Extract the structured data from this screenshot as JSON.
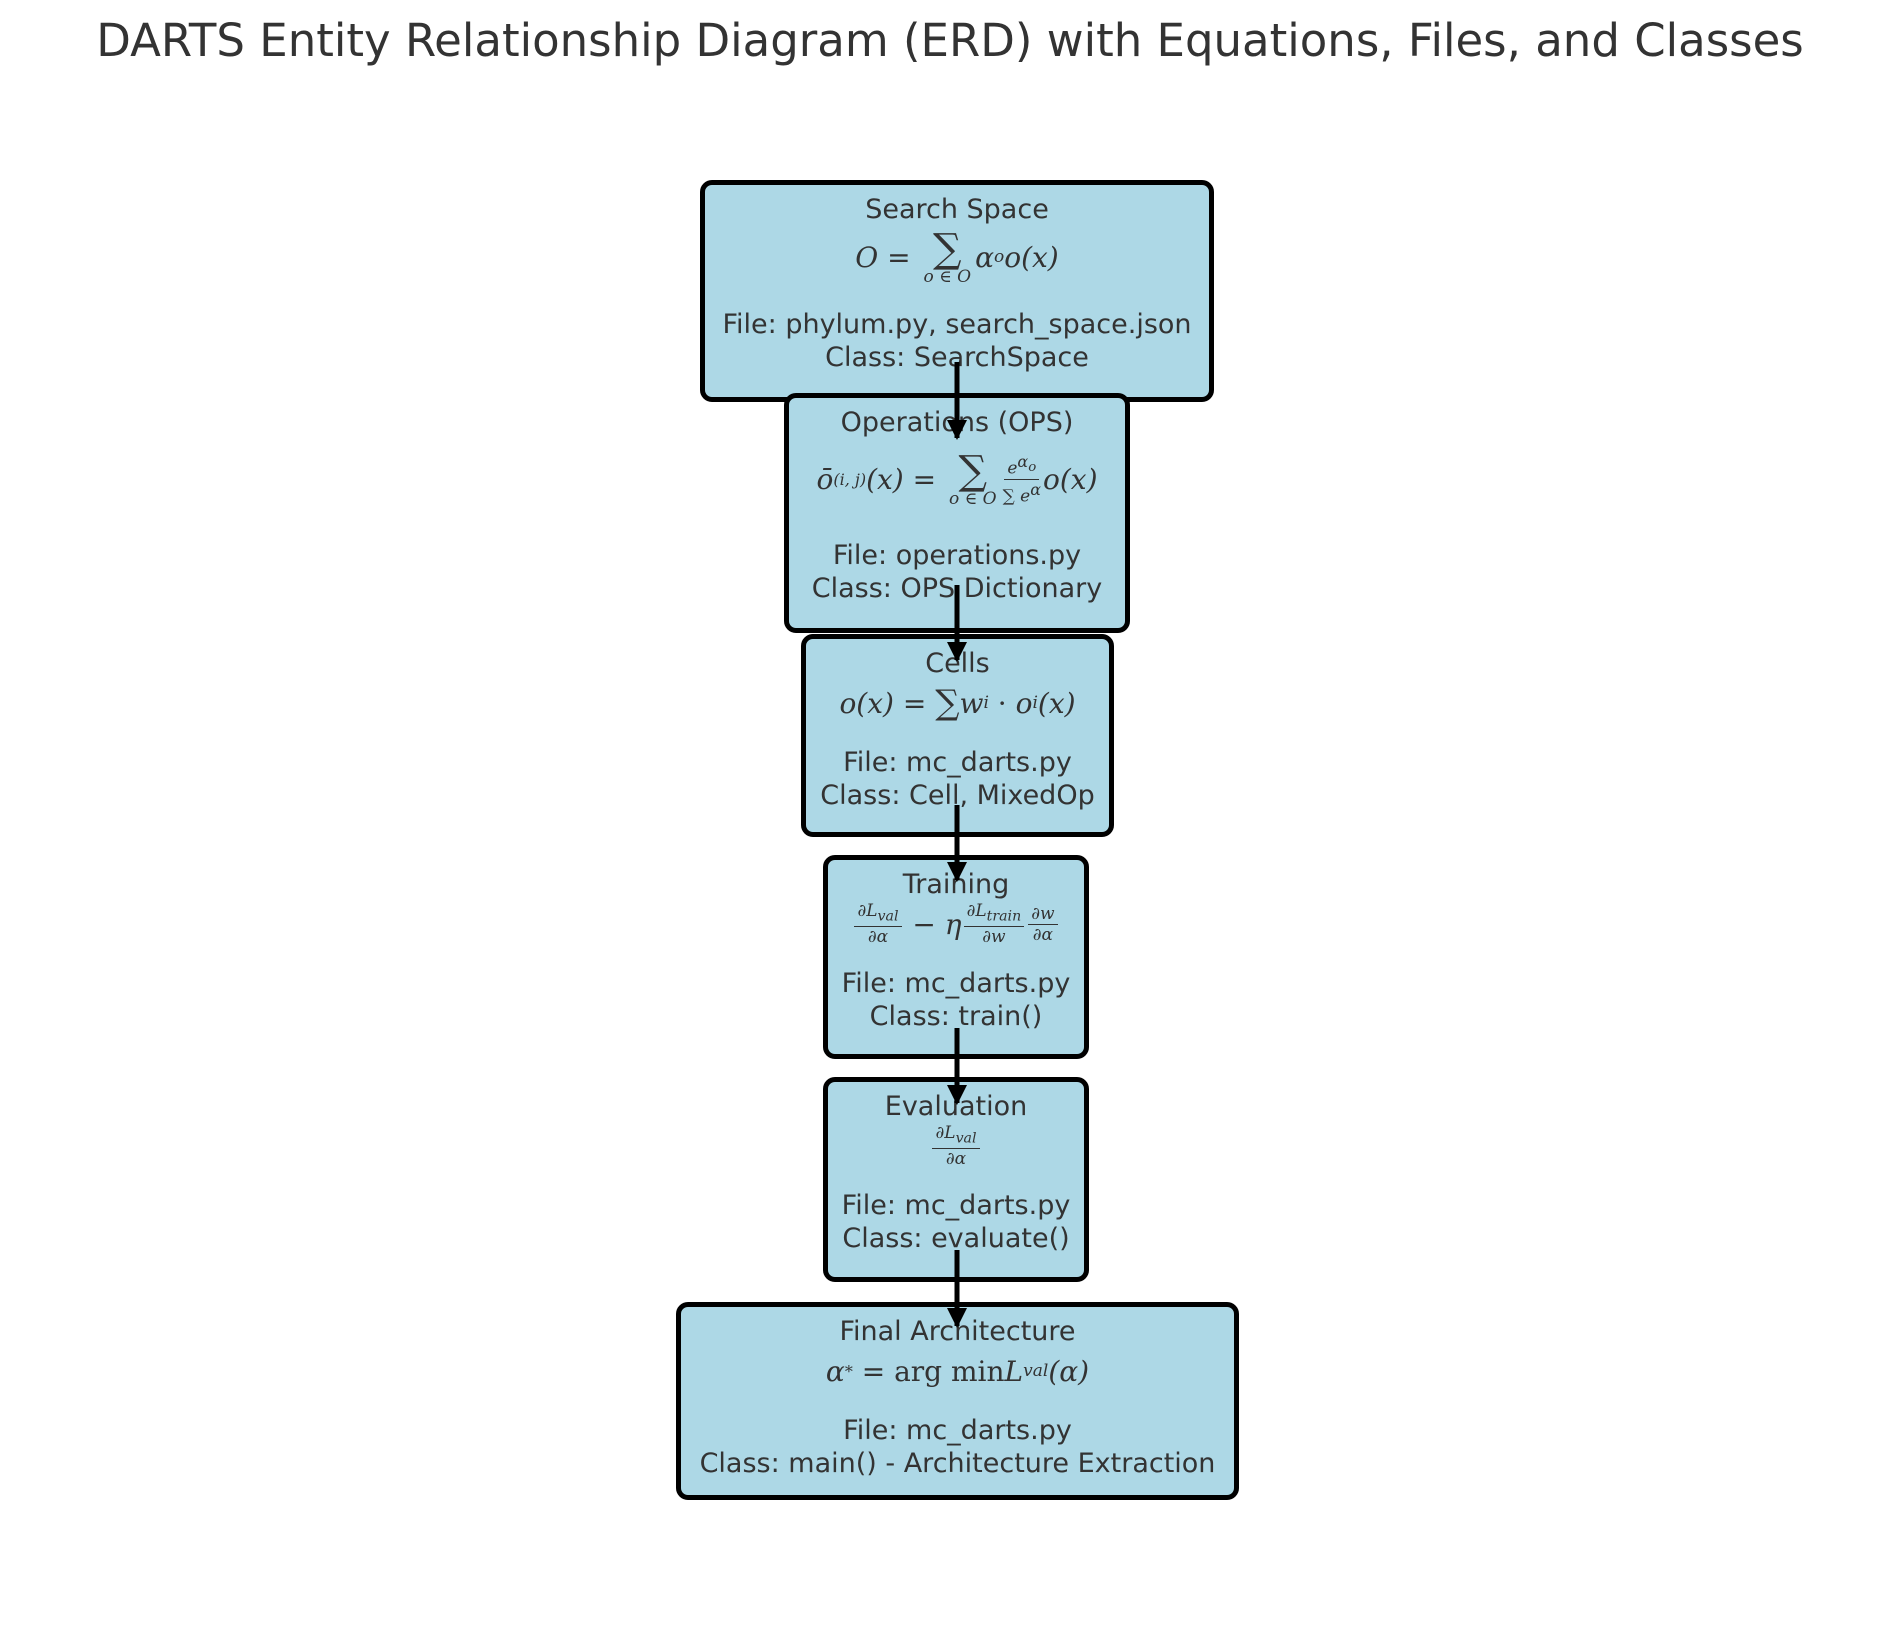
{
  "title": "DARTS Entity Relationship Diagram (ERD) with Equations, Files, and Classes",
  "colors": {
    "box_fill": "#add8e6",
    "border": "#000000",
    "text": "#333333"
  },
  "nodes": [
    {
      "name": "Search Space",
      "equation": "O = Σ_{o∈O} α_o o(x)",
      "file": "File: phylum.py, search_space.json",
      "class": "Class: SearchSpace"
    },
    {
      "name": "Operations (OPS)",
      "equation": "ō^(i,j)(x) = Σ_{o∈O} e^{α_o^(i,j)} / Σ_{o'∈O} e^{α_o'^(i,j)} o(x)",
      "file": "File: operations.py",
      "class": "Class: OPS Dictionary"
    },
    {
      "name": "Cells",
      "equation": "o(x) = Σ w_i · o_i(x)",
      "file": "File: mc_darts.py",
      "class": "Class: Cell, MixedOp"
    },
    {
      "name": "Training",
      "equation": "∂L_val/∂α − η ∂L_train/∂w ∂w/∂α",
      "file": "File: mc_darts.py",
      "class": "Class: train()"
    },
    {
      "name": "Evaluation",
      "equation": "∂L_val/∂α",
      "file": "File: mc_darts.py",
      "class": "Class: evaluate()"
    },
    {
      "name": "Final Architecture",
      "equation": "α* = arg min L_val(α)",
      "file": "File: mc_darts.py",
      "class": "Class: main() - Architecture Extraction"
    }
  ],
  "edges": [
    {
      "from": "Search Space",
      "to": "Operations (OPS)"
    },
    {
      "from": "Operations (OPS)",
      "to": "Cells"
    },
    {
      "from": "Cells",
      "to": "Training"
    },
    {
      "from": "Training",
      "to": "Evaluation"
    },
    {
      "from": "Evaluation",
      "to": "Final Architecture"
    }
  ]
}
